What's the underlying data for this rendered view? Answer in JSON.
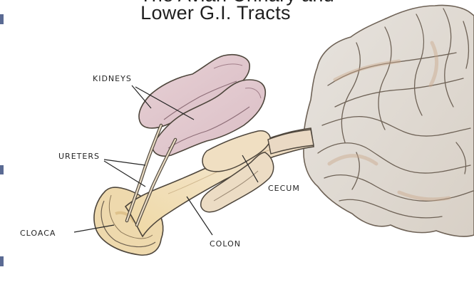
{
  "title": {
    "line1": "The Avian Urinary and",
    "line2": "Lower G.I. Tracts"
  },
  "labels": {
    "kidneys": "KIDNEYS",
    "ureters": "URETERS",
    "cecum": "CECUM",
    "cloaca": "CLOACA",
    "colon": "COLON"
  }
}
